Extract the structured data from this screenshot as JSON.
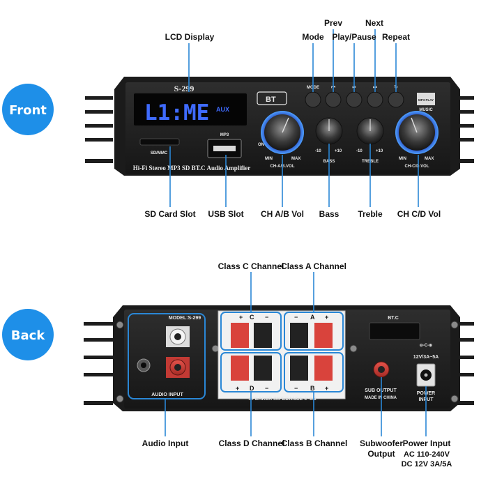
{
  "side_tags": {
    "front": "Front",
    "back": "Back"
  },
  "front": {
    "model": "S-299",
    "lcd_text": "L1:ME",
    "lcd_sub": "AUX",
    "bt_badge": "BT",
    "mode_small": "MODE",
    "mp3_small": "MP3",
    "sd_small": "SD/MMC",
    "on_small": "ON",
    "strip": "Hi-Fi Stereo MP3 SD BT.C Audio Amplifier",
    "ab_vol_small": "CH-A/B.VOL",
    "cd_vol_small": "CH-C/D.VOL",
    "bass_small": "BASS",
    "treble_small": "TREBLE",
    "min": "MIN",
    "max": "MAX",
    "minus10": "-10",
    "plus10": "+10",
    "music_badge_1": "MP3 PLAY",
    "music_badge_2": "MUSIC",
    "callouts": {
      "lcd": "LCD Display",
      "mode": "Mode",
      "prev": "Prev",
      "playpause": "Play/Pause",
      "next": "Next",
      "repeat": "Repeat",
      "sd": "SD Card Slot",
      "usb": "USB Slot",
      "chab": "CH A/B Vol",
      "bass": "Bass",
      "treble": "Treble",
      "chcd": "CH C/D Vol"
    }
  },
  "back": {
    "model": "MODEL:S-299",
    "audio_input_small": "AUDIO INPUT",
    "bt_c_small": "BT.C",
    "dc_small": "12V/3A~5A",
    "sub_small": "SUB OUTPUT",
    "made_small": "MADE IN CHINA",
    "power_small_1": "POWER",
    "power_small_2": "INPUT",
    "impedance_small": "SPEAKER IMPEDANCE 4~8Ω",
    "plus": "+",
    "minus": "−",
    "ch_c": "C",
    "ch_a": "A",
    "ch_d": "D",
    "ch_b": "B",
    "callouts": {
      "class_c": "Class C Channel",
      "class_a": "Class A Channel",
      "audio_input": "Audio Input",
      "class_d": "Class D Channel",
      "class_b": "Class B Channel",
      "sub_1": "Subwoofer",
      "sub_2": "Output",
      "power_1": "Power Input",
      "power_2": "AC 110-240V",
      "power_3": "DC 12V 3A/5A"
    }
  },
  "colors": {
    "accent": "#2a87d6",
    "tag_blue": "#1e8fe8",
    "lcd_blue": "#3f6bff",
    "panel": "#232323",
    "speaker_red": "#d9433c"
  }
}
